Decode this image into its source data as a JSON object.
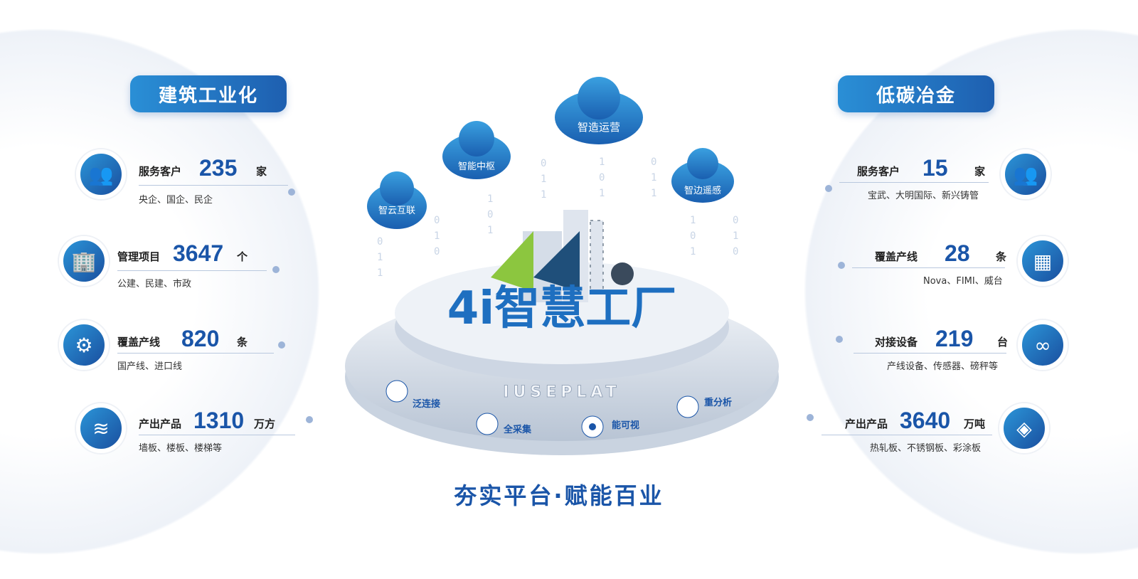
{
  "left": {
    "title": "建筑工业化",
    "items": [
      {
        "label": "服务客户",
        "value": "235",
        "unit": "家",
        "sub": "央企、国企、民企",
        "icon": "users-icon"
      },
      {
        "label": "管理项目",
        "value": "3647",
        "unit": "个",
        "sub": "公建、民建、市政",
        "icon": "building-icon"
      },
      {
        "label": "覆盖产线",
        "value": "820",
        "unit": "条",
        "sub": "国产线、进口线",
        "icon": "robot-arm-icon"
      },
      {
        "label": "产出产品",
        "value": "1310",
        "unit": "万方",
        "sub": "墙板、楼板、楼梯等",
        "icon": "waves-icon"
      }
    ]
  },
  "right": {
    "title": "低碳冶金",
    "items": [
      {
        "label": "服务客户",
        "value": "15",
        "unit": "家",
        "sub": "宝武、大明国际、新兴铸管",
        "icon": "users-icon"
      },
      {
        "label": "覆盖产线",
        "value": "28",
        "unit": "条",
        "sub": "Nova、FIMI、威台",
        "icon": "production-line-icon"
      },
      {
        "label": "对接设备",
        "value": "219",
        "unit": "台",
        "sub": "产线设备、传感器、磅秤等",
        "icon": "devices-icon"
      },
      {
        "label": "产出产品",
        "value": "3640",
        "unit": "万吨",
        "sub": "热轧板、不锈钢板、彩涂板",
        "icon": "layers-icon"
      }
    ]
  },
  "center": {
    "title": "4i智慧工厂",
    "platform": "IUSEPLAT",
    "clouds": [
      "智云互联",
      "智能中枢",
      "智造运营",
      "智边遥感"
    ],
    "features": [
      "泛连接",
      "全采集",
      "能可视",
      "重分析"
    ]
  },
  "slogan": "夯实平台·赋能百业",
  "colors": {
    "primary": "#1a55a8",
    "accent": "#2a8fd6",
    "green": "#8cc63f"
  }
}
